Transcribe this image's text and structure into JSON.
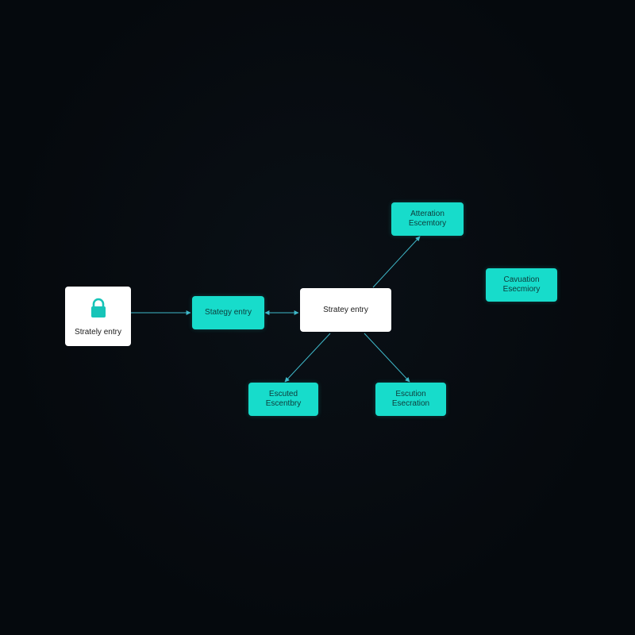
{
  "colors": {
    "background": "#05090d",
    "teal_node": "#17dccb",
    "white_node": "#ffffff",
    "connector": "#3fb8c9"
  },
  "nodes": {
    "lock_entry": {
      "icon": "lock-icon",
      "label": "Strately entry"
    },
    "strategy_entry": {
      "line1": "Stategy entry"
    },
    "center_entry": {
      "line1": "Stratey entry"
    },
    "top_right": {
      "line1": "Atteration",
      "line2": "Escemtory"
    },
    "far_right": {
      "line1": "Cavuation",
      "line2": "Esecmiory"
    },
    "bottom_left": {
      "line1": "Escuted",
      "line2": "Escentbry"
    },
    "bottom_right": {
      "line1": "Escution",
      "line2": "Esecration"
    }
  }
}
